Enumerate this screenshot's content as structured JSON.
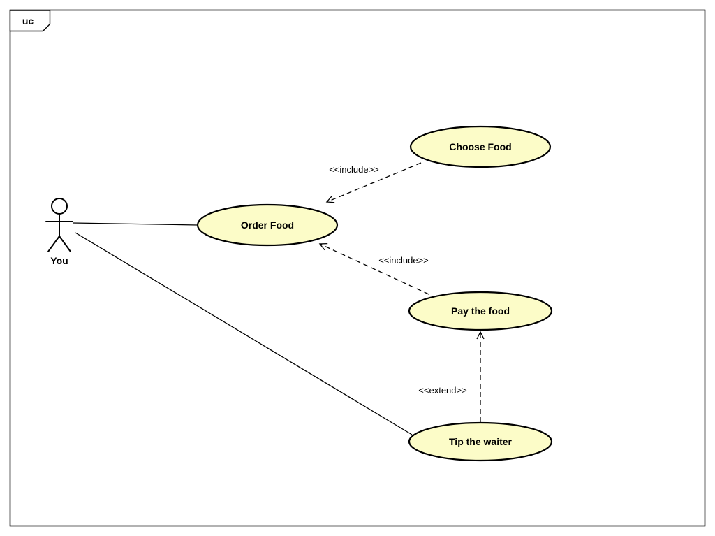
{
  "diagram": {
    "frame_label": "uc",
    "actor": {
      "label": "You"
    },
    "use_cases": [
      {
        "id": "choose-food",
        "label": "Choose Food"
      },
      {
        "id": "order-food",
        "label": "Order Food"
      },
      {
        "id": "pay-the-food",
        "label": "Pay the food"
      },
      {
        "id": "tip-the-waiter",
        "label": "Tip the waiter"
      }
    ],
    "relationships": [
      {
        "from": "choose-food",
        "to": "order-food",
        "type": "include",
        "label": "<<include>>"
      },
      {
        "from": "pay-the-food",
        "to": "order-food",
        "type": "include",
        "label": "<<include>>"
      },
      {
        "from": "tip-the-waiter",
        "to": "pay-the-food",
        "type": "extend",
        "label": "<<extend>>"
      },
      {
        "from": "actor",
        "to": "order-food",
        "type": "association",
        "label": ""
      },
      {
        "from": "actor",
        "to": "tip-the-waiter",
        "type": "association",
        "label": ""
      }
    ],
    "colors": {
      "use_case_fill": "#FCFCC8",
      "stroke": "#000000",
      "background": "#FFFFFF"
    }
  }
}
